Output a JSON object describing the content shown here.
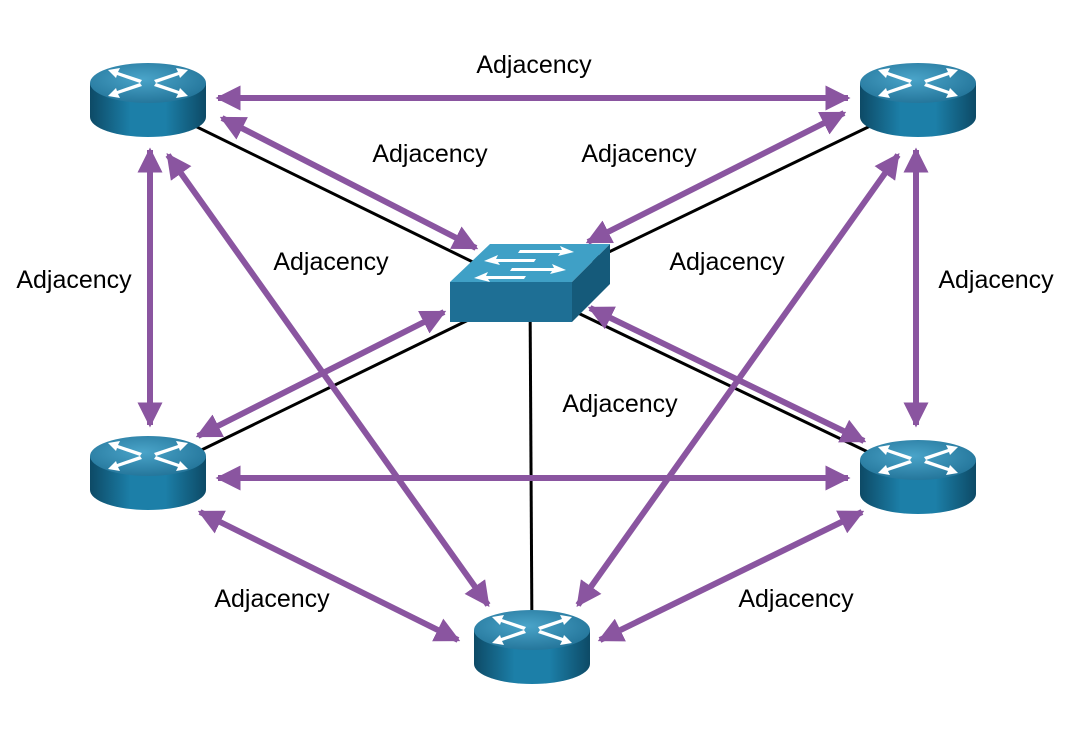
{
  "diagram": {
    "labels": {
      "top": "Adjacency",
      "upper_left_inner": "Adjacency",
      "upper_right_inner": "Adjacency",
      "left": "Adjacency",
      "right": "Adjacency",
      "center_left": "Adjacency",
      "center_right": "Adjacency",
      "center_bottom": "Adjacency",
      "bottom_left": "Adjacency",
      "bottom_right": "Adjacency"
    },
    "colors": {
      "adjacency_arrow": "#8a55a0",
      "link": "#000000",
      "device_top": "#2a7ea8",
      "device_side": "#14607f"
    },
    "devices": [
      {
        "id": "router-top-left",
        "type": "router"
      },
      {
        "id": "router-top-right",
        "type": "router"
      },
      {
        "id": "router-mid-left",
        "type": "router"
      },
      {
        "id": "router-mid-right",
        "type": "router"
      },
      {
        "id": "router-bottom",
        "type": "router"
      },
      {
        "id": "switch-center",
        "type": "switch"
      }
    ]
  }
}
